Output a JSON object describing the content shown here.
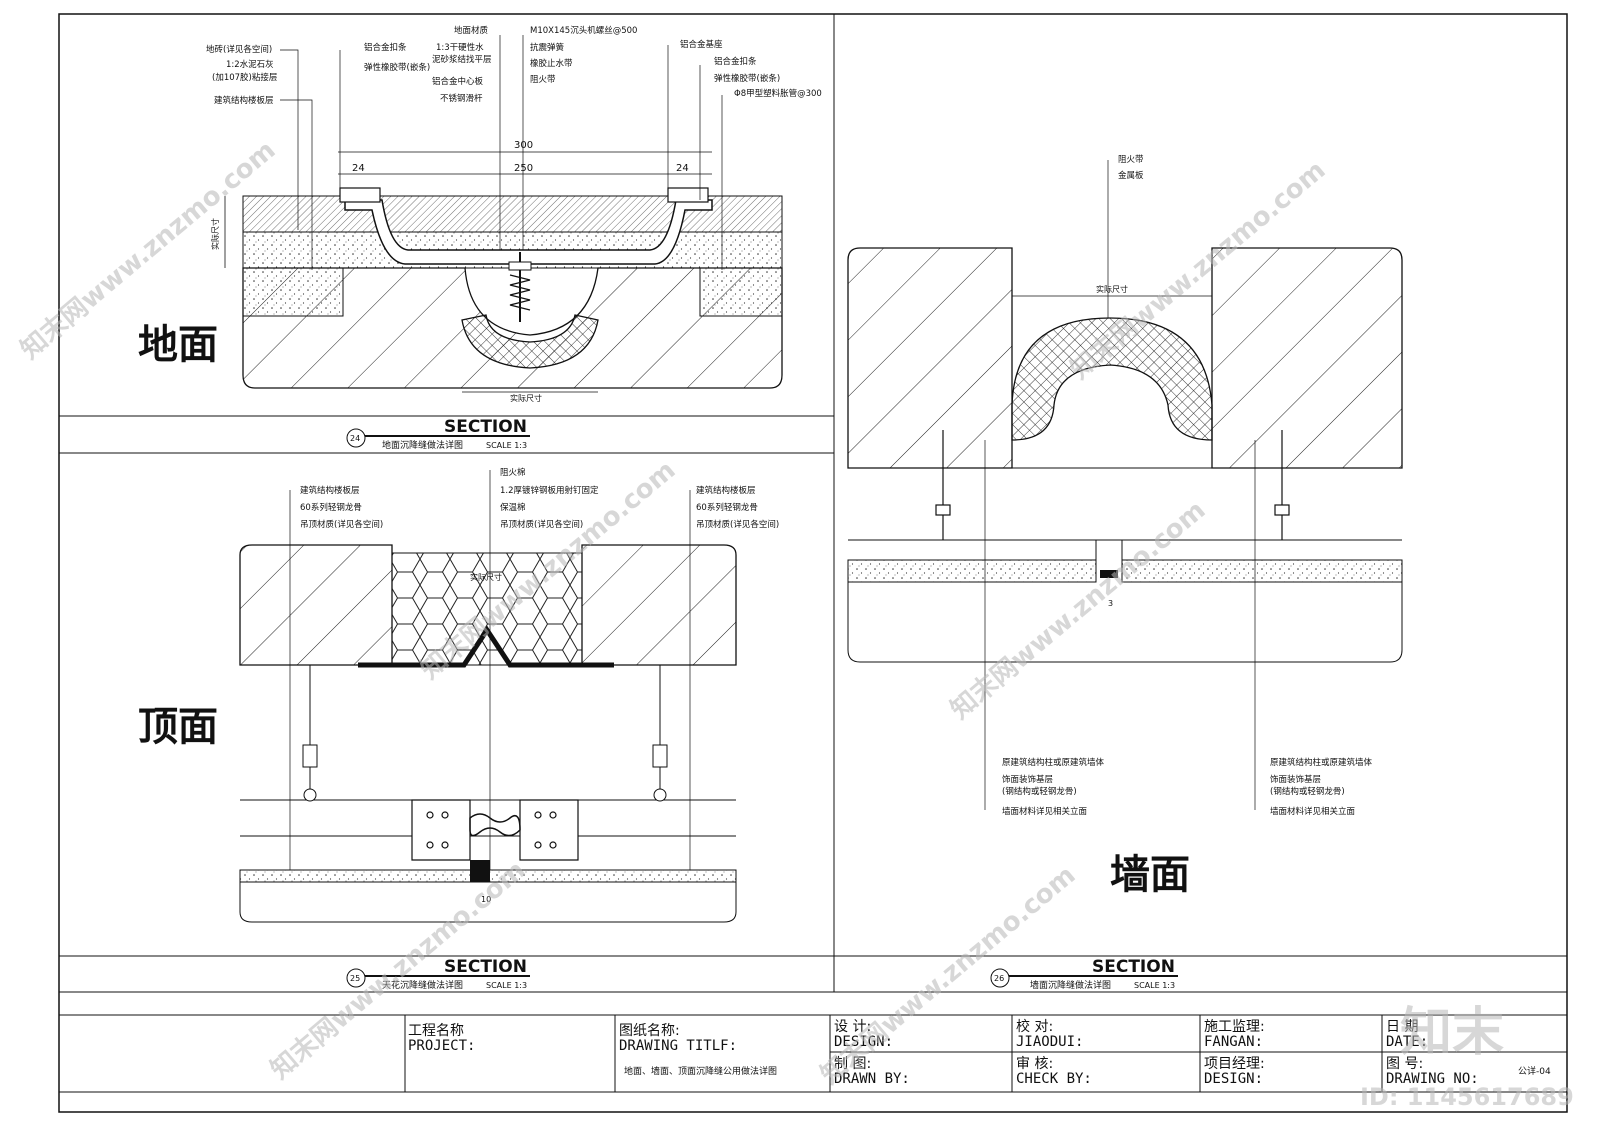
{
  "views": {
    "floor": {
      "title": "地面",
      "section": "SECTION",
      "number": "24",
      "caption": "地面沉降缝做法详图",
      "scale": "SCALE 1:3",
      "labels_left": [
        "地砖(详见各空间)",
        "1:2水泥石灰",
        "(加107胶)粘接层",
        "建筑结构楼板层"
      ],
      "labels_mid_left": [
        "铝合金扣条",
        "弹性橡胶带(嵌条)"
      ],
      "labels_center_left": [
        "地面材质",
        "1:3干硬性水",
        "泥砂浆结找平层",
        "铝合金中心板",
        "不锈钢滑杆"
      ],
      "labels_center_right": [
        "M10X145沉头机螺丝@500",
        "抗震弹簧",
        "橡胶止水带",
        "阻火带"
      ],
      "labels_right_top": "铝合金基座",
      "labels_right": [
        "铝合金扣条",
        "弹性橡胶带(嵌条)",
        "Φ8甲型塑料胀管@300"
      ],
      "dim_300": "300",
      "dim_250": "250",
      "dim_24a": "24",
      "dim_24b": "24",
      "dim_actual": "实际尺寸",
      "dim_actual_bottom": "实际尺寸"
    },
    "ceiling": {
      "title": "顶面",
      "section": "SECTION",
      "number": "25",
      "caption": "天花沉降缝做法详图",
      "scale": "SCALE 1:3",
      "labels_left": [
        "建筑结构楼板层",
        "60系列轻钢龙骨",
        "吊顶材质(详见各空间)"
      ],
      "labels_center": [
        "阻火棉",
        "1.2厚镀锌钢板用射钉固定",
        "保温棉",
        "吊顶材质(详见各空间)"
      ],
      "labels_right": [
        "建筑结构楼板层",
        "60系列轻钢龙骨",
        "吊顶材质(详见各空间)"
      ],
      "dim_actual": "实际尺寸",
      "dim_10": "10"
    },
    "wall": {
      "title": "墙面",
      "section": "SECTION",
      "number": "26",
      "caption": "墙面沉降缝做法详图",
      "scale": "SCALE 1:3",
      "labels_top": [
        "阻火带",
        "金属板"
      ],
      "labels_left": [
        "原建筑结构柱或原建筑墙体",
        "饰面装饰基层",
        "(钢结构或轻钢龙骨)",
        "墙面材料详见相关立面"
      ],
      "labels_right": [
        "原建筑结构柱或原建筑墙体",
        "饰面装饰基层",
        "(钢结构或轻钢龙骨)",
        "墙面材料详见相关立面"
      ],
      "dim_actual": "实际尺寸",
      "dim_3": "3"
    }
  },
  "title_block": {
    "project_cn": "工程名称",
    "project_en": "PROJECT:",
    "drawing_cn": "图纸名称:",
    "drawing_en": "DRAWING TITLF:",
    "drawing_name": "地面、墙面、顶面沉降缝公用做法详图",
    "design_cn": "设  计:",
    "design_en": "DESIGN:",
    "drawn_cn": "制  图:",
    "drawn_en": "DRAWN BY:",
    "check_cn": "校  对:",
    "check_en": "JIAODUI:",
    "review_cn": "审  核:",
    "review_en": "CHECK BY:",
    "super_cn": "施工监理:",
    "super_en": "FANGAN:",
    "pm_cn": "项目经理:",
    "pm_en": "DESIGN:",
    "date_cn": "日  期",
    "date_en": "DATE:",
    "no_cn": "图    号:",
    "no_en": "DRAWING NO:",
    "no_value": "公详-04"
  },
  "watermark": {
    "text": "知末网www.znzmo.com",
    "logo": "知末",
    "id": "ID: 1145617689"
  }
}
